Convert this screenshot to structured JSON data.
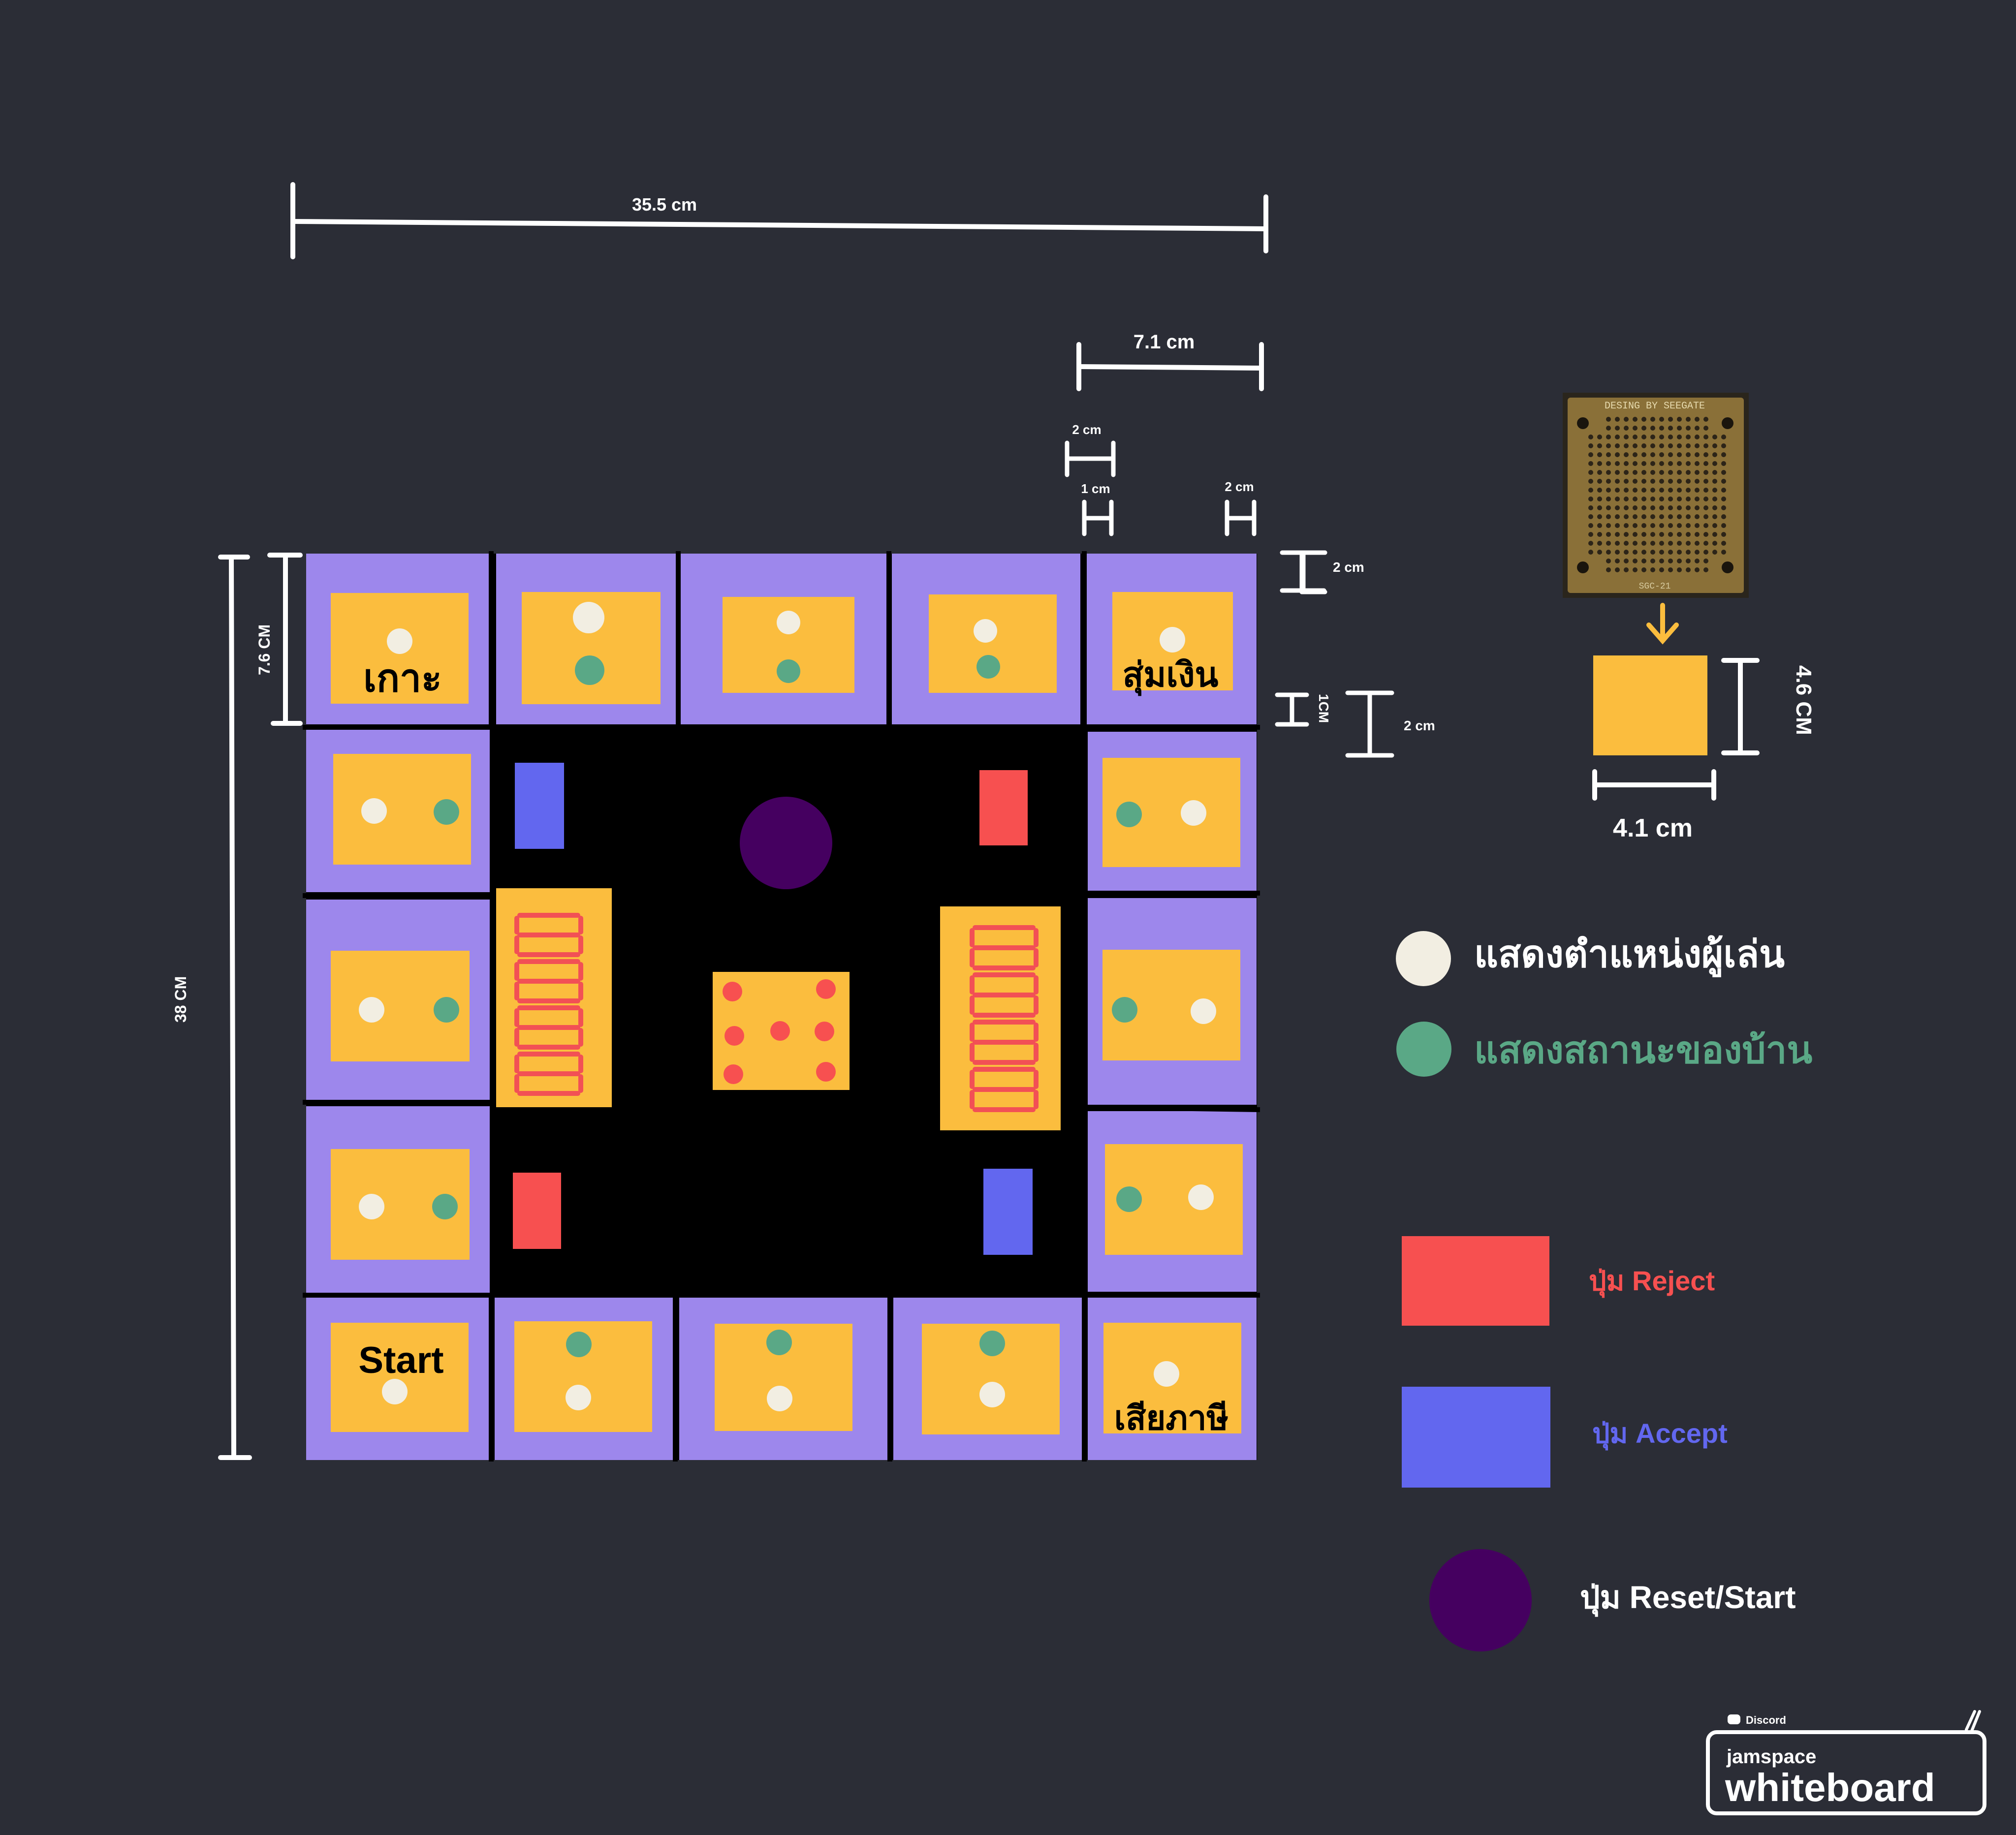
{
  "colors": {
    "background": "#2b2d36",
    "tile": "#9d87ec",
    "pad": "#fbbd3e",
    "white_led": "#f2eee2",
    "green_led": "#5aa886",
    "reject": "#f75050",
    "accept": "#6267ef",
    "reset": "#450060",
    "segment": "#f25055",
    "board": "#000000"
  },
  "dimensions": {
    "total_width": "35.5 cm",
    "total_height": "38 CM",
    "tile_width": "7.1 cm",
    "tile_height": "7.6 CM",
    "spacing_2cm_a": "2 cm",
    "spacing_1cm": "1 cm",
    "spacing_2cm_b": "2 cm",
    "spacing_2cm_c": "2 cm",
    "spacing_1cm_vert": "1CM",
    "spacing_2cm_d": "2 cm",
    "pad_width": "4.1 cm",
    "pad_height": "4.6 CM"
  },
  "tiles": {
    "corner_top_left": "เกาะ",
    "corner_top_right": "สุ่มเงิน",
    "corner_bottom_left": "Start",
    "corner_bottom_right": "เสียภาษี"
  },
  "pcb": {
    "header_text": "DESING BY SEEGATE",
    "footer_text": "SGC-21"
  },
  "legend": {
    "white_led_label": "แสดงตำแหน่งผู้เล่น",
    "green_led_label": "แสดงสถานะของบ้าน",
    "reject_label": "ปุ่ม Reject",
    "accept_label": "ปุ่ม Accept",
    "reset_label": "ปุ่ม Reset/Start"
  },
  "branding": {
    "discord": "Discord",
    "jamspace": "jamspace",
    "whiteboard": "whiteboard"
  }
}
